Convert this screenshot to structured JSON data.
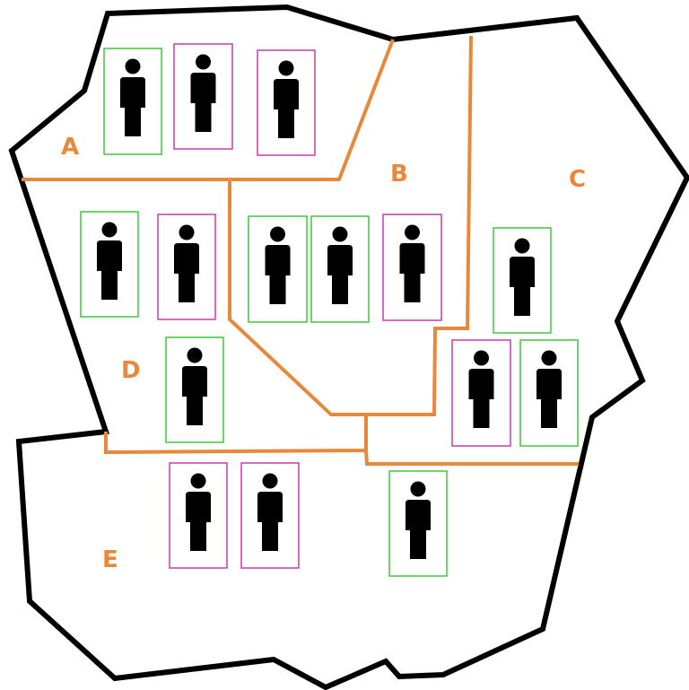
{
  "colors": {
    "outer_border": "#000000",
    "region_border": "#e8883a",
    "label": "#e8883a",
    "voter_green": "#3cc83c",
    "voter_magenta": "#c83caa",
    "figure": "#000000"
  },
  "regions": [
    {
      "label": "A",
      "voters": [
        "green",
        "magenta",
        "magenta"
      ]
    },
    {
      "label": "B",
      "voters": [
        "green",
        "green",
        "magenta"
      ]
    },
    {
      "label": "C",
      "voters": [
        "green",
        "magenta",
        "green"
      ]
    },
    {
      "label": "D",
      "voters": [
        "green",
        "magenta",
        "green"
      ]
    },
    {
      "label": "E",
      "voters": [
        "magenta",
        "magenta",
        "green"
      ]
    }
  ],
  "icons": {
    "voter": "person-icon"
  }
}
